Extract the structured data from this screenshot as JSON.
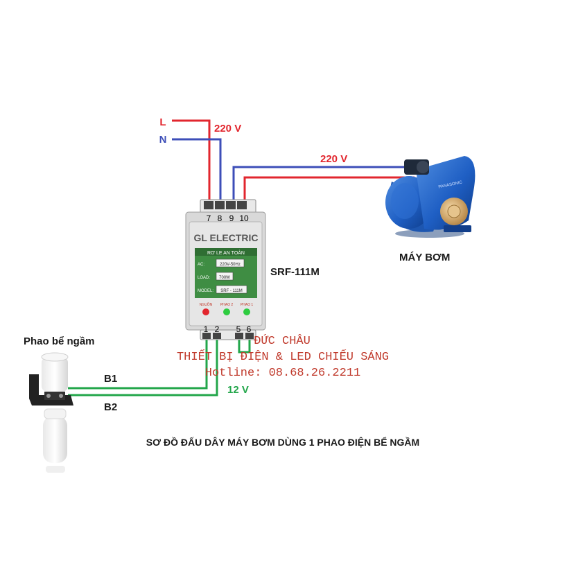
{
  "mains": {
    "line_label": "L",
    "neutral_label": "N",
    "voltage_label": "220 V"
  },
  "pump": {
    "voltage_label": "220 V",
    "name": "MÁY BƠM",
    "brand": "PANASONIC"
  },
  "relay": {
    "brand": "GL ELECTRIC",
    "panel_title": "RƠ LE AN TOÀN",
    "rows": [
      {
        "key": "AC:",
        "value": "220V-50Hz"
      },
      {
        "key": "LOAD:",
        "value": "700W"
      },
      {
        "key": "MODEL:",
        "value": "SRF - 111M"
      }
    ],
    "leds": [
      "NGUỒN",
      "PHAO 2",
      "PHAO 1"
    ],
    "top_terminals": [
      "7",
      "8",
      "9",
      "10"
    ],
    "bottom_terminals": [
      "1",
      "2",
      "5",
      "6"
    ],
    "model_label": "SRF-111M"
  },
  "float": {
    "name": "Phao bể ngầm",
    "b1": "B1",
    "b2": "B2",
    "voltage_label": "12 V"
  },
  "watermark": {
    "line1": "ĐỨC CHÂU",
    "line2": "THIẾT BỊ ĐIỆN & LED CHIẾU SÁNG",
    "line3": "Hotline: 08.68.26.2211"
  },
  "caption": "SƠ ĐỒ ĐẤU DÂY MÁY BƠM DÙNG 1 PHAO ĐIỆN BỂ NGẦM",
  "colors": {
    "live": "#e2262e",
    "neutral": "#3d4eb8",
    "signal": "#22a64a",
    "watermark": "#c0392b"
  }
}
